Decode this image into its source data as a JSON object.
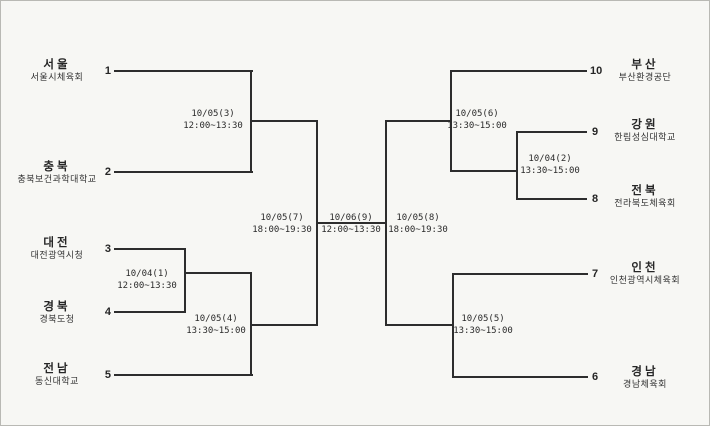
{
  "bracket": {
    "background_color": "#f7f7f4",
    "line_color": "#2d2d2d",
    "text_color": "#2e2e2e"
  },
  "teams": [
    {
      "seed": "1",
      "name": "서울",
      "org": "서울시체육회"
    },
    {
      "seed": "2",
      "name": "충북",
      "org": "충북보건과학대학교"
    },
    {
      "seed": "3",
      "name": "대전",
      "org": "대전광역시청"
    },
    {
      "seed": "4",
      "name": "경북",
      "org": "경북도청"
    },
    {
      "seed": "5",
      "name": "전남",
      "org": "동신대학교"
    },
    {
      "seed": "6",
      "name": "경남",
      "org": "경남체육회"
    },
    {
      "seed": "7",
      "name": "인천",
      "org": "인천광역시체육회"
    },
    {
      "seed": "8",
      "name": "전북",
      "org": "전라북도체육회"
    },
    {
      "seed": "9",
      "name": "강원",
      "org": "한림성심대학교"
    },
    {
      "seed": "10",
      "name": "부산",
      "org": "부산환경공단"
    }
  ],
  "matches": [
    {
      "code": "10/04(1)",
      "time": "12:00~13:30"
    },
    {
      "code": "10/04(2)",
      "time": "13:30~15:00"
    },
    {
      "code": "10/05(3)",
      "time": "12:00~13:30"
    },
    {
      "code": "10/05(4)",
      "time": "13:30~15:00"
    },
    {
      "code": "10/05(5)",
      "time": "13:30~15:00"
    },
    {
      "code": "10/05(6)",
      "time": "13:30~15:00"
    },
    {
      "code": "10/05(7)",
      "time": "18:00~19:30"
    },
    {
      "code": "10/05(8)",
      "time": "18:00~19:30"
    },
    {
      "code": "10/06(9)",
      "time": "12:00~13:30"
    }
  ]
}
